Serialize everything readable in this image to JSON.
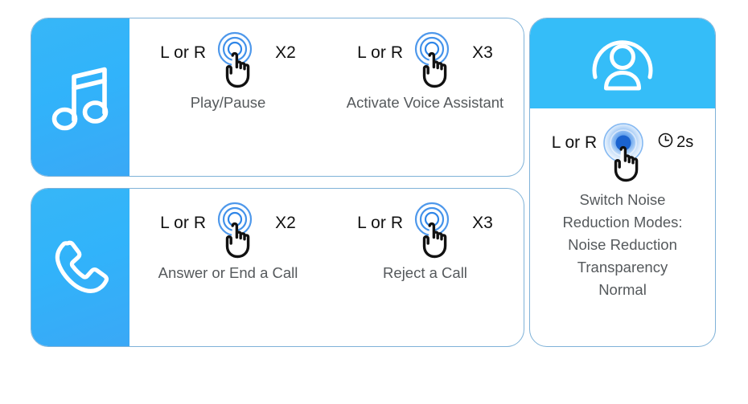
{
  "cards": [
    {
      "id": "music",
      "icon": "music-note-icon",
      "icon_panel_color": "#35B8F7",
      "actions": [
        {
          "side_label": "L or R",
          "tap_icon": "tap-gesture-icon",
          "count": "X2",
          "caption": "Play/Pause"
        },
        {
          "side_label": "L or R",
          "tap_icon": "tap-gesture-icon",
          "count": "X3",
          "caption": "Activate Voice Assistant"
        }
      ]
    },
    {
      "id": "phone",
      "icon": "phone-handset-icon",
      "icon_panel_color": "#35B8F7",
      "actions": [
        {
          "side_label": "L or R",
          "tap_icon": "tap-gesture-icon",
          "count": "X2",
          "caption": "Answer or End a Call"
        },
        {
          "side_label": "L or R",
          "tap_icon": "tap-gesture-icon",
          "count": "X3",
          "caption": "Reject a Call"
        }
      ]
    }
  ],
  "noise_card": {
    "id": "noise",
    "icon": "person-avatar-icon",
    "header_color": "#35BDF8",
    "side_label": "L or R",
    "tap_icon": "tap-gesture-hold-icon",
    "duration_icon": "clock-icon",
    "duration": "2s",
    "caption": "Switch Noise Reduction Modes: Noise Reduction Transparency Normal",
    "caption_lines": [
      "Switch Noise",
      "Reduction Modes:",
      "Noise Reduction",
      "Transparency",
      "Normal"
    ]
  },
  "colors": {
    "accent": "#35B8F7",
    "card_border": "#7FB2D8",
    "caption_text": "#55595C",
    "label_text": "#111111",
    "ripple_blue": "#1F7FE0"
  }
}
